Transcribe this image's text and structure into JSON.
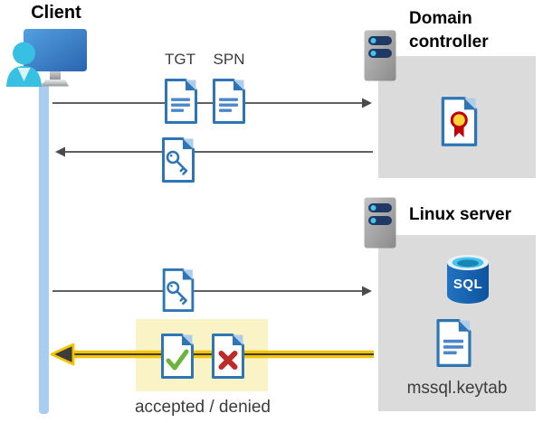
{
  "client": {
    "label": "Client"
  },
  "domain_controller": {
    "label": "Domain controller"
  },
  "linux_server": {
    "label": "Linux server",
    "sql_badge": "SQL",
    "keytab_filename": "mssql.keytab"
  },
  "tickets": {
    "tgt_label": "TGT",
    "spn_label": "SPN"
  },
  "result": {
    "label": "accepted / denied"
  },
  "icons": {
    "client": "client-workstation-icon",
    "domain_controller": "server-icon",
    "linux_server": "server-icon",
    "tgt": "document-lines-icon",
    "spn": "document-lines-icon",
    "session_key_request": "document-key-icon",
    "session_key_reply": "document-key-icon",
    "certificate": "document-certificate-icon",
    "accepted": "document-check-icon",
    "denied": "document-x-icon",
    "database": "sql-database-icon",
    "keytab_file": "document-lines-icon"
  },
  "colors": {
    "doc_blue": "#2E75B6",
    "doc_line_blue": "#4A86C8",
    "arrow_gray": "#4A4A4A",
    "box_gray": "#DBDBDB",
    "lifeline_blue": "#A9CDF1",
    "highlight_yellow": "#FAF3C6",
    "arrow_yellow": "#F5C400",
    "check_green": "#6CB33E",
    "cross_red": "#BE2C29",
    "label_dark": "#3C3C3C"
  }
}
